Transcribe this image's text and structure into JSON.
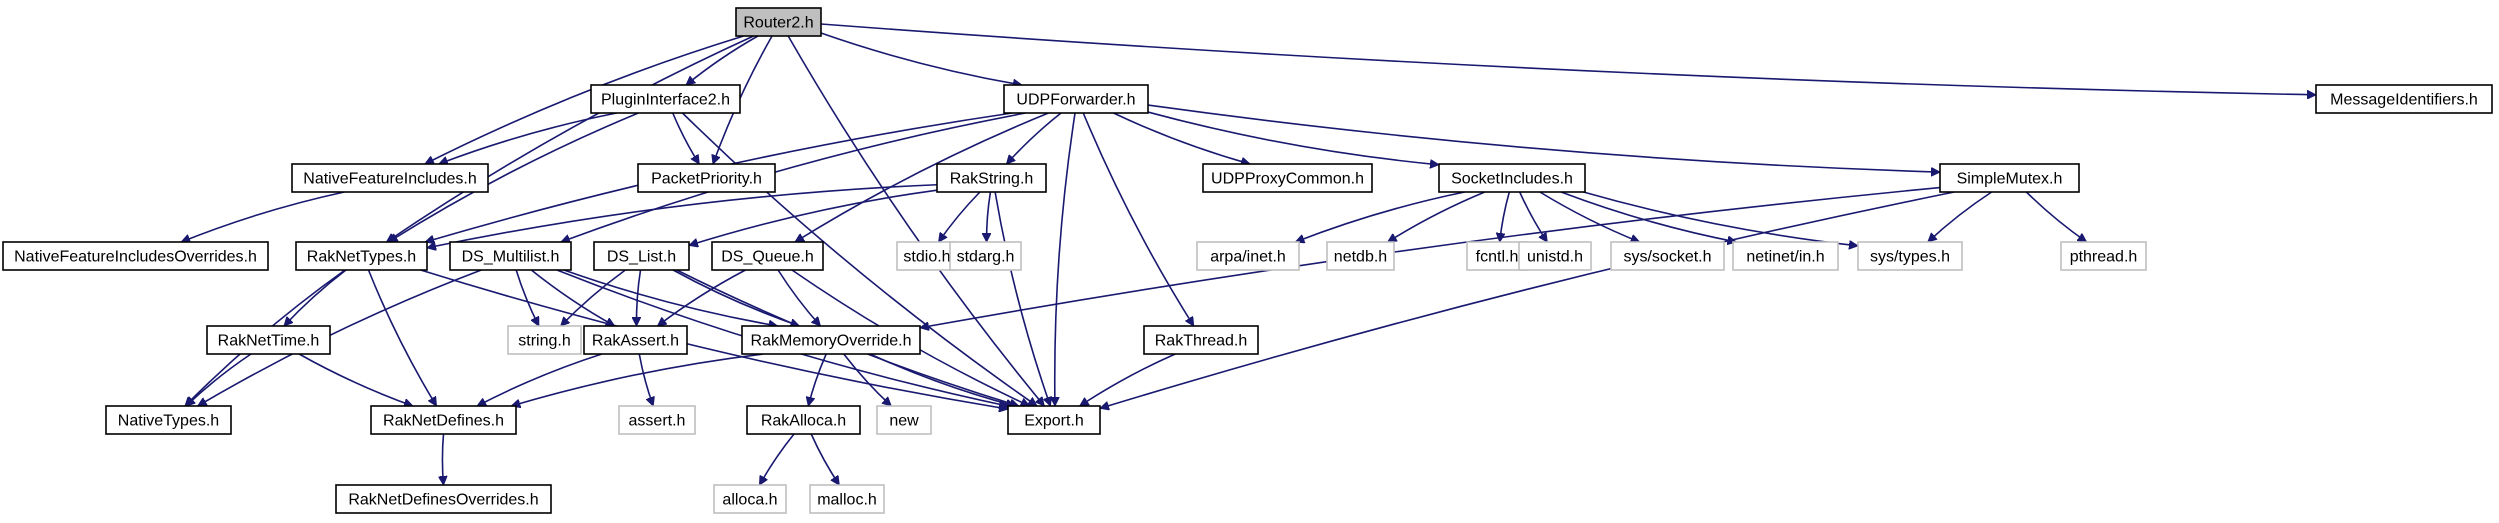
{
  "title": "Router2.h",
  "colors": {
    "edge": "#191970",
    "root_fill": "#bfbfbf",
    "local_border": "#000000",
    "system_border": "#bfbfbf"
  },
  "nodes": [
    {
      "id": "router2",
      "label": "Router2.h",
      "kind": "root"
    },
    {
      "id": "plugininterface2",
      "label": "PluginInterface2.h",
      "kind": "local"
    },
    {
      "id": "udpforwarder",
      "label": "UDPForwarder.h",
      "kind": "local"
    },
    {
      "id": "messageidentifiers",
      "label": "MessageIdentifiers.h",
      "kind": "local"
    },
    {
      "id": "nativefeatureincludes",
      "label": "NativeFeatureIncludes.h",
      "kind": "local"
    },
    {
      "id": "packetpriority",
      "label": "PacketPriority.h",
      "kind": "local"
    },
    {
      "id": "rakstring",
      "label": "RakString.h",
      "kind": "local"
    },
    {
      "id": "udpproxycommon",
      "label": "UDPProxyCommon.h",
      "kind": "local"
    },
    {
      "id": "socketincludes",
      "label": "SocketIncludes.h",
      "kind": "local"
    },
    {
      "id": "simplemutex",
      "label": "SimpleMutex.h",
      "kind": "local"
    },
    {
      "id": "nativefeatureincludesoverrides",
      "label": "NativeFeatureIncludesOverrides.h",
      "kind": "local"
    },
    {
      "id": "raknettypes",
      "label": "RakNetTypes.h",
      "kind": "local"
    },
    {
      "id": "ds_multilist",
      "label": "DS_Multilist.h",
      "kind": "local"
    },
    {
      "id": "ds_list",
      "label": "DS_List.h",
      "kind": "local"
    },
    {
      "id": "ds_queue",
      "label": "DS_Queue.h",
      "kind": "local"
    },
    {
      "id": "stdio",
      "label": "stdio.h",
      "kind": "system"
    },
    {
      "id": "stdarg",
      "label": "stdarg.h",
      "kind": "system"
    },
    {
      "id": "arpainet",
      "label": "arpa/inet.h",
      "kind": "system"
    },
    {
      "id": "netdb",
      "label": "netdb.h",
      "kind": "system"
    },
    {
      "id": "fcntl",
      "label": "fcntl.h",
      "kind": "system"
    },
    {
      "id": "unistd",
      "label": "unistd.h",
      "kind": "system"
    },
    {
      "id": "syssocket",
      "label": "sys/socket.h",
      "kind": "system"
    },
    {
      "id": "netinetin",
      "label": "netinet/in.h",
      "kind": "system"
    },
    {
      "id": "systypes",
      "label": "sys/types.h",
      "kind": "system"
    },
    {
      "id": "pthread",
      "label": "pthread.h",
      "kind": "system"
    },
    {
      "id": "raknettime",
      "label": "RakNetTime.h",
      "kind": "local"
    },
    {
      "id": "string",
      "label": "string.h",
      "kind": "system"
    },
    {
      "id": "rakassert",
      "label": "RakAssert.h",
      "kind": "local"
    },
    {
      "id": "rakmemoryoverride",
      "label": "RakMemoryOverride.h",
      "kind": "local"
    },
    {
      "id": "rakthread",
      "label": "RakThread.h",
      "kind": "local"
    },
    {
      "id": "nativetypes",
      "label": "NativeTypes.h",
      "kind": "local"
    },
    {
      "id": "raknetdefines",
      "label": "RakNetDefines.h",
      "kind": "local"
    },
    {
      "id": "assert",
      "label": "assert.h",
      "kind": "system"
    },
    {
      "id": "rakalloca",
      "label": "RakAlloca.h",
      "kind": "local"
    },
    {
      "id": "new",
      "label": "new",
      "kind": "system"
    },
    {
      "id": "export",
      "label": "Export.h",
      "kind": "local"
    },
    {
      "id": "raknetdefinesoverrides",
      "label": "RakNetDefinesOverrides.h",
      "kind": "local"
    },
    {
      "id": "alloca",
      "label": "alloca.h",
      "kind": "system"
    },
    {
      "id": "malloc",
      "label": "malloc.h",
      "kind": "system"
    }
  ],
  "edges": [
    {
      "from": "router2",
      "to": "plugininterface2"
    },
    {
      "from": "router2",
      "to": "udpforwarder"
    },
    {
      "from": "router2",
      "to": "messageidentifiers"
    },
    {
      "from": "router2",
      "to": "nativefeatureincludes"
    },
    {
      "from": "router2",
      "to": "packetpriority"
    },
    {
      "from": "router2",
      "to": "raknettypes"
    },
    {
      "from": "router2",
      "to": "export"
    },
    {
      "from": "plugininterface2",
      "to": "nativefeatureincludes"
    },
    {
      "from": "plugininterface2",
      "to": "packetpriority"
    },
    {
      "from": "plugininterface2",
      "to": "raknettypes"
    },
    {
      "from": "plugininterface2",
      "to": "export"
    },
    {
      "from": "nativefeatureincludes",
      "to": "nativefeatureincludesoverrides"
    },
    {
      "from": "udpforwarder",
      "to": "raknettypes"
    },
    {
      "from": "udpforwarder",
      "to": "ds_multilist"
    },
    {
      "from": "udpforwarder",
      "to": "ds_queue"
    },
    {
      "from": "udpforwarder",
      "to": "rakstring"
    },
    {
      "from": "udpforwarder",
      "to": "udpproxycommon"
    },
    {
      "from": "udpforwarder",
      "to": "socketincludes"
    },
    {
      "from": "udpforwarder",
      "to": "simplemutex"
    },
    {
      "from": "udpforwarder",
      "to": "rakthread"
    },
    {
      "from": "udpforwarder",
      "to": "export"
    },
    {
      "from": "rakstring",
      "to": "raknettypes"
    },
    {
      "from": "rakstring",
      "to": "ds_list"
    },
    {
      "from": "rakstring",
      "to": "stdio"
    },
    {
      "from": "rakstring",
      "to": "stdarg"
    },
    {
      "from": "rakstring",
      "to": "export"
    },
    {
      "from": "socketincludes",
      "to": "arpainet"
    },
    {
      "from": "socketincludes",
      "to": "netdb"
    },
    {
      "from": "socketincludes",
      "to": "fcntl"
    },
    {
      "from": "socketincludes",
      "to": "unistd"
    },
    {
      "from": "socketincludes",
      "to": "syssocket"
    },
    {
      "from": "socketincludes",
      "to": "netinetin"
    },
    {
      "from": "socketincludes",
      "to": "systypes"
    },
    {
      "from": "simplemutex",
      "to": "systypes"
    },
    {
      "from": "simplemutex",
      "to": "pthread"
    },
    {
      "from": "simplemutex",
      "to": "rakmemoryoverride"
    },
    {
      "from": "simplemutex",
      "to": "export"
    },
    {
      "from": "raknettypes",
      "to": "raknettime"
    },
    {
      "from": "raknettypes",
      "to": "nativetypes"
    },
    {
      "from": "raknettypes",
      "to": "raknetdefines"
    },
    {
      "from": "raknettypes",
      "to": "export"
    },
    {
      "from": "ds_multilist",
      "to": "string"
    },
    {
      "from": "ds_multilist",
      "to": "rakassert"
    },
    {
      "from": "ds_multilist",
      "to": "rakmemoryoverride"
    },
    {
      "from": "ds_multilist",
      "to": "nativetypes"
    },
    {
      "from": "ds_multilist",
      "to": "export"
    },
    {
      "from": "ds_list",
      "to": "string"
    },
    {
      "from": "ds_list",
      "to": "rakassert"
    },
    {
      "from": "ds_list",
      "to": "rakmemoryoverride"
    },
    {
      "from": "ds_list",
      "to": "export"
    },
    {
      "from": "ds_queue",
      "to": "rakassert"
    },
    {
      "from": "ds_queue",
      "to": "rakmemoryoverride"
    },
    {
      "from": "ds_queue",
      "to": "export"
    },
    {
      "from": "raknettime",
      "to": "nativetypes"
    },
    {
      "from": "raknettime",
      "to": "raknetdefines"
    },
    {
      "from": "rakassert",
      "to": "assert"
    },
    {
      "from": "rakassert",
      "to": "raknetdefines"
    },
    {
      "from": "rakmemoryoverride",
      "to": "rakalloca"
    },
    {
      "from": "rakmemoryoverride",
      "to": "new"
    },
    {
      "from": "rakmemoryoverride",
      "to": "export"
    },
    {
      "from": "rakmemoryoverride",
      "to": "raknetdefines"
    },
    {
      "from": "rakthread",
      "to": "export"
    },
    {
      "from": "raknetdefines",
      "to": "raknetdefinesoverrides"
    },
    {
      "from": "rakalloca",
      "to": "alloca"
    },
    {
      "from": "rakalloca",
      "to": "malloc"
    }
  ]
}
